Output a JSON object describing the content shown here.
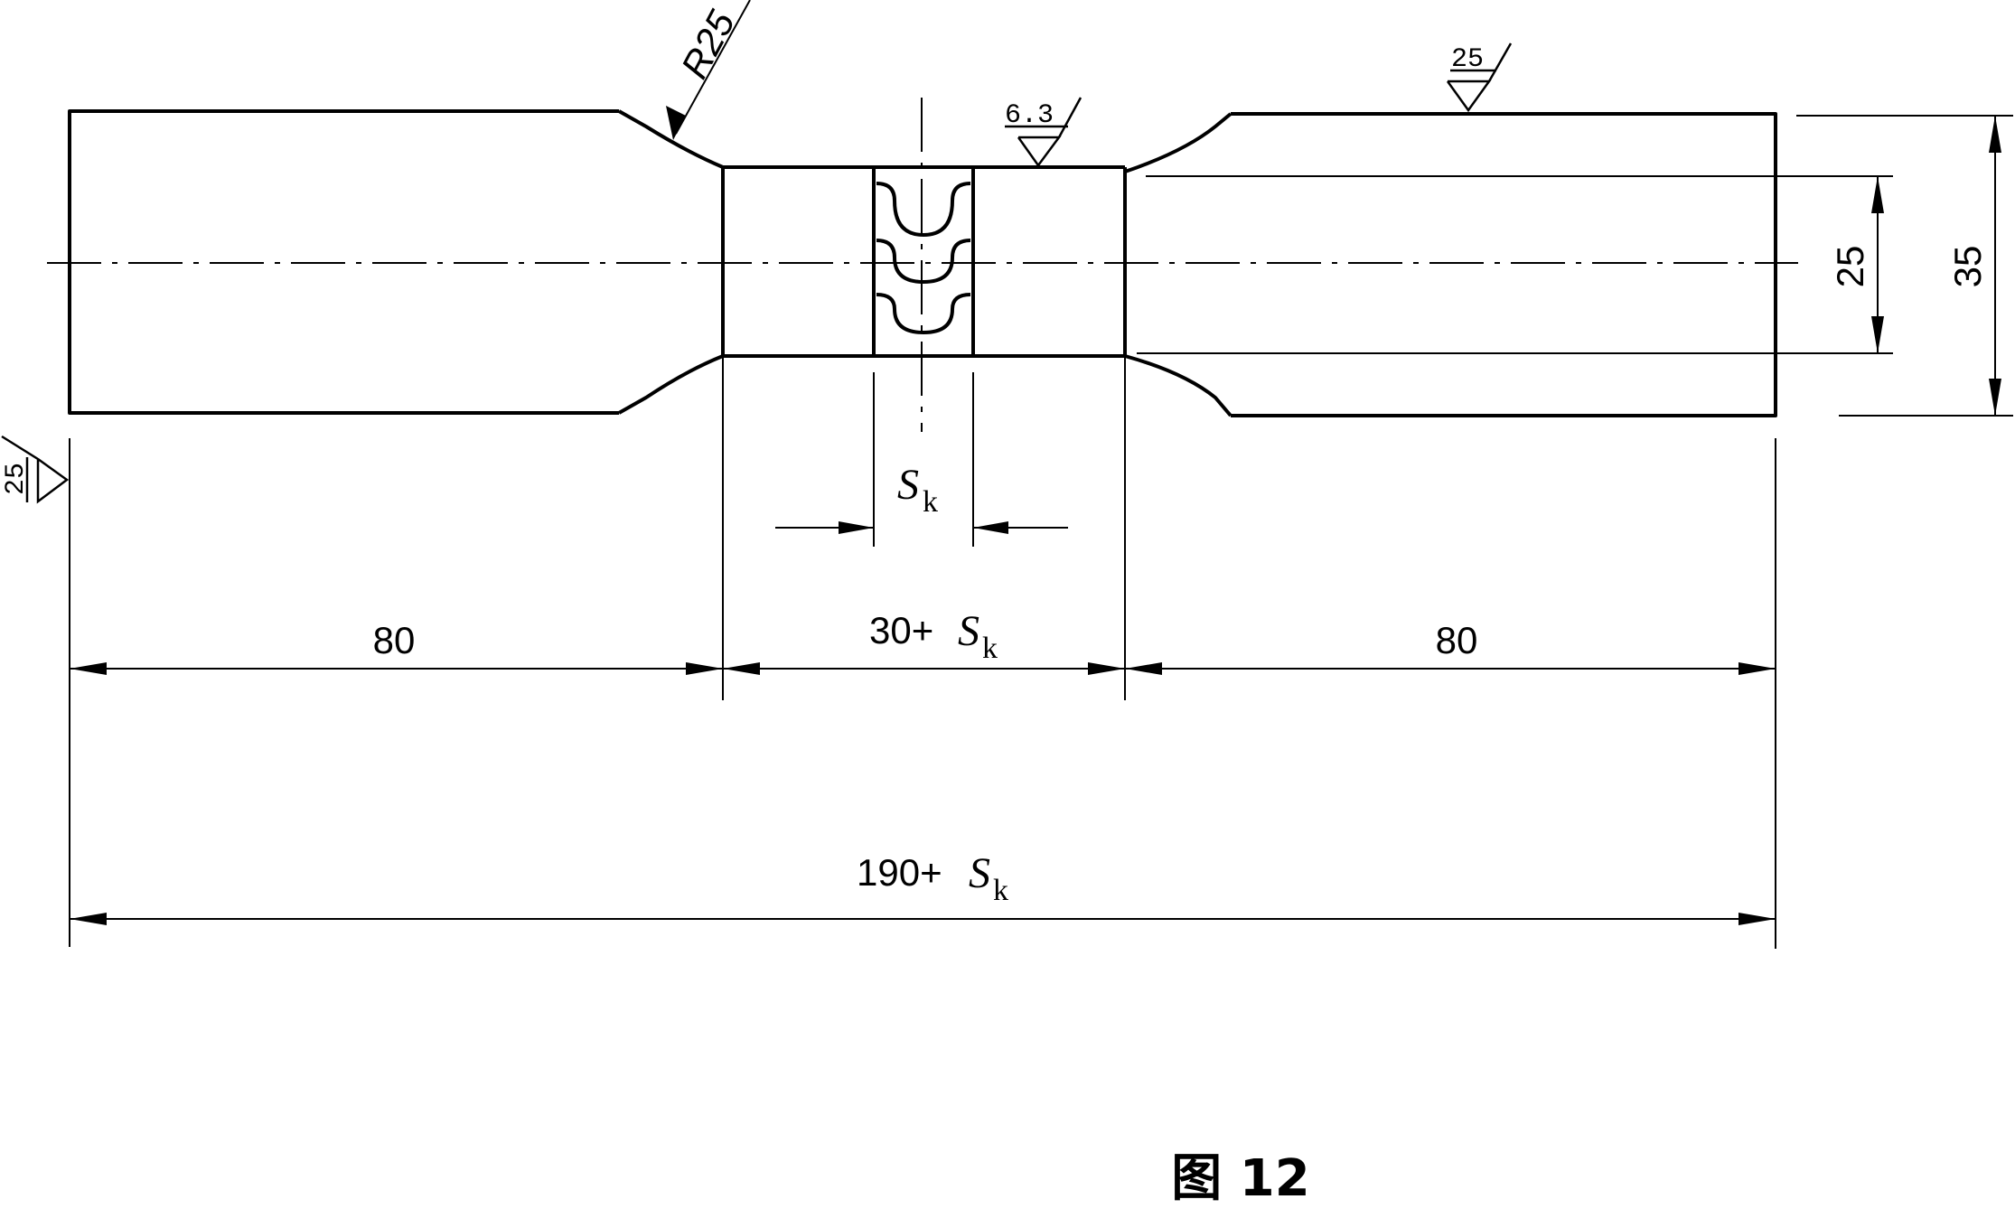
{
  "dimensions": {
    "left_grip_length": "80",
    "middle_length_number": "30+",
    "right_grip_length": "80",
    "total_length_number": "190+",
    "gauge_width": "25",
    "grip_width": "35",
    "fillet_radius": "R25",
    "weld_gap_symbol": "S",
    "weld_gap_subscript": "k"
  },
  "surface_roughness": {
    "top_right": "25",
    "middle": "6.3",
    "left_side": "25"
  },
  "caption": "图 12"
}
